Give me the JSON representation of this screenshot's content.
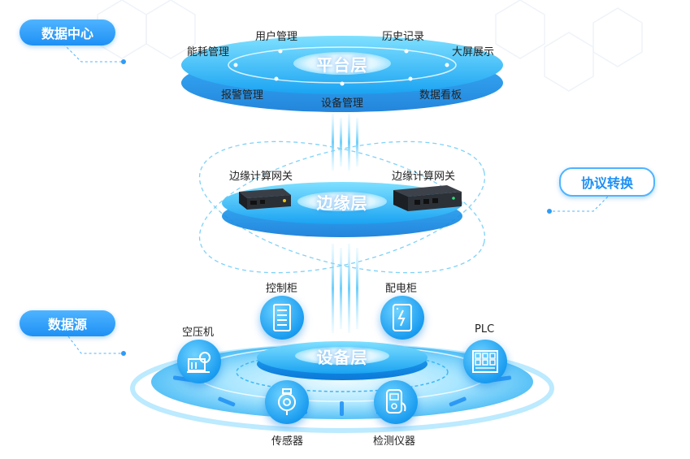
{
  "tags": {
    "data_center": "数据中心",
    "protocol_conversion": "协议转换",
    "data_source": "数据源"
  },
  "platform": {
    "title": "平台层",
    "modules": [
      "用户管理",
      "历史记录",
      "能耗管理",
      "大屏展示",
      "报警管理",
      "设备管理",
      "数据看板"
    ]
  },
  "edge": {
    "title": "边缘层",
    "gateways": [
      "边缘计算网关",
      "边缘计算网关"
    ]
  },
  "device_layer": {
    "title": "设备层",
    "devices": [
      "控制柜",
      "配电柜",
      "空压机",
      "PLC",
      "传感器",
      "检测仪器"
    ]
  },
  "colors": {
    "primary": "#1e90f5",
    "light": "#4fb4ff",
    "cyan": "#33c6f7"
  }
}
